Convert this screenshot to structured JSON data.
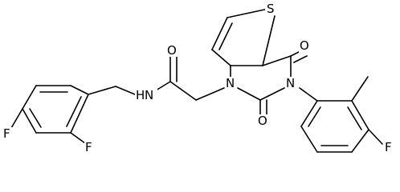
{
  "image_type": "chemical structure diagram",
  "colors": {
    "bond": "#000000",
    "text": "#000000",
    "background": "#ffffff"
  },
  "atoms": {
    "s": "S",
    "n_ring1": "N",
    "n_ring3": "N",
    "o_carbonyl4": "O",
    "o_carbonyl2": "O",
    "o_amide": "O",
    "n_amide": "N",
    "h_amide": "H",
    "f_methylphenyl": "F",
    "f_benzyl_ortho": "F",
    "f_benzyl_para": "F"
  }
}
